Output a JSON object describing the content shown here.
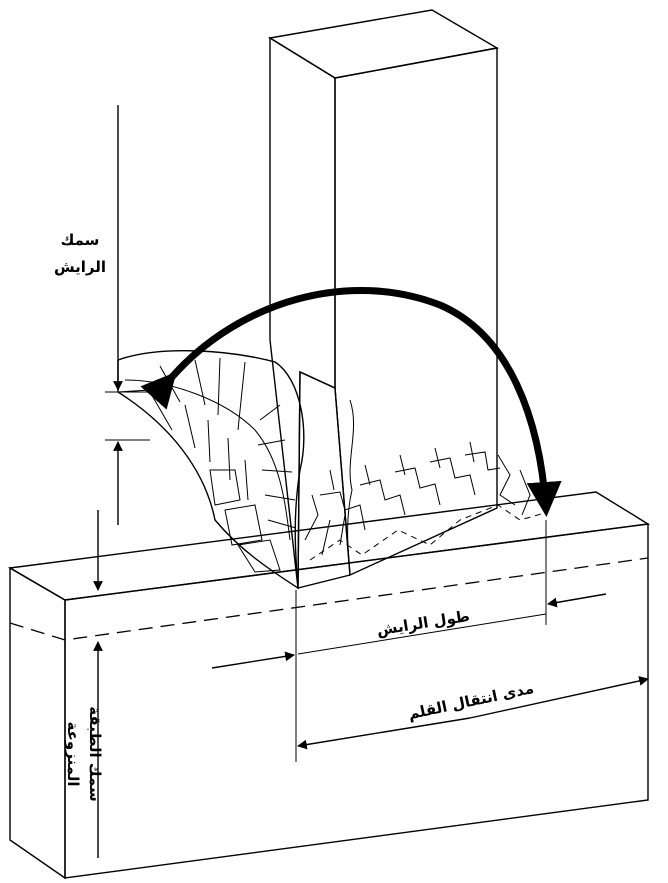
{
  "colors": {
    "tool_fill": "#e8e416",
    "outline": "#000000",
    "background": "#ffffff"
  },
  "labels": {
    "chip_thickness_line1": "سمك",
    "chip_thickness_line2": "الرايش",
    "chip_length": "طول الرايش",
    "tool_travel": "مدى انتقال القلم",
    "layer_removed_line1": "سمك الطبقة",
    "layer_removed_line2": "المنزوعة"
  }
}
